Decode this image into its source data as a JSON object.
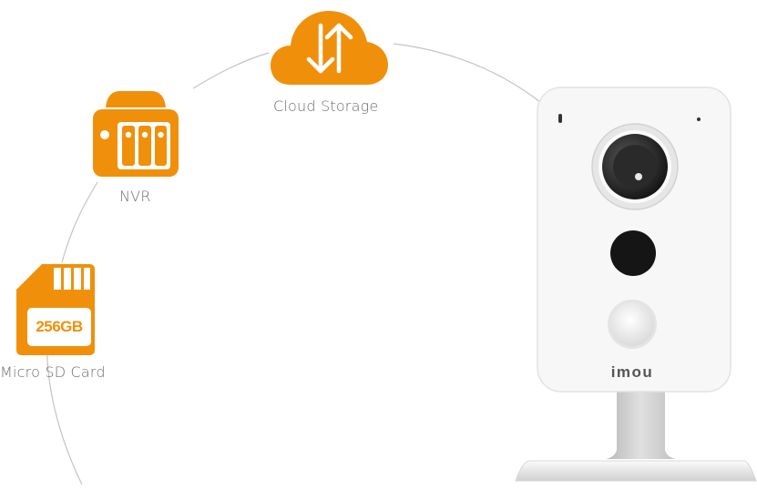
{
  "storage_options": [
    {
      "id": "cloud",
      "label": "Cloud Storage",
      "icon": "cloud-upload-download-icon"
    },
    {
      "id": "nvr",
      "label": "NVR",
      "icon": "nvr-icon"
    },
    {
      "id": "sd",
      "label": "Micro SD Card",
      "icon": "sd-card-icon",
      "capacity": "256GB"
    }
  ],
  "camera": {
    "brand": "imou"
  },
  "colors": {
    "accent": "#F0900A",
    "label": "#6e6e6e",
    "arc": "#c8c8c8"
  }
}
